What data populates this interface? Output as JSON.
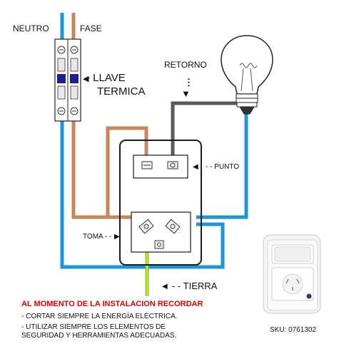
{
  "labels": {
    "neutro": "NEUTRO",
    "fase": "FASE",
    "llave_line1": "- LLAVE",
    "llave_line2": "TERMICA",
    "retorno": "RETORNO",
    "punto": "- - PUNTO",
    "toma": "TOMA - -",
    "tierra": "- - TIERRA"
  },
  "warning": {
    "title": "AL MOMENTO DE LA INSTALACION RECORDAR",
    "items": [
      "- CORTAR SIEMPRE LA ENERGÍA ELÉCTRICA.",
      "- UTILIZAR SIEMPRE LOS ELEMENTOS DE SEGURIDAD Y HERRAMIENTAS ADECUADAS."
    ]
  },
  "sku": "SKU: 0761302",
  "colors": {
    "neutral_wire": "#1e96d6",
    "phase_wire": "#c8875a",
    "return_wire": "#5a5a5a",
    "earth_wire": "#7ac943",
    "earth_stripe": "#f2e600",
    "warning_text": "#e00000",
    "breaker_lever": "#1f1f8c"
  },
  "icons": [
    "light-bulb-icon",
    "breaker-icon",
    "switch-socket-product-icon"
  ]
}
